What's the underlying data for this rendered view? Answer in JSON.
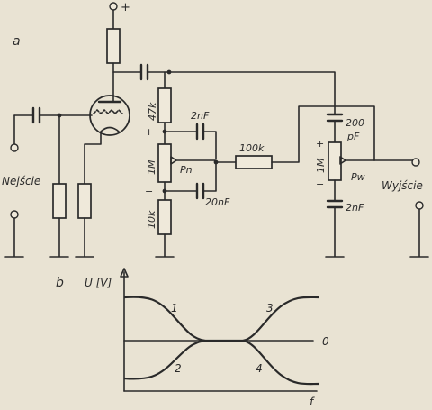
{
  "figure": {
    "part_a_label": "a",
    "part_b_label": "b",
    "supply_label": "+",
    "input_label": "Nejście",
    "output_label": "Wyjście"
  },
  "components": {
    "r_anode": "47k",
    "c_treble_1": "2nF",
    "pot_left": "1M",
    "pot_left_name": "Pn",
    "c_bass_1": "20nF",
    "r_bottom": "10k",
    "r_series": "100k",
    "c_top_right": "200",
    "c_top_right_unit": "pF",
    "pot_right": "1M",
    "pot_right_name": "Pw",
    "c_bottom_right": "2nF",
    "plus_sign": "+",
    "minus_sign": "−"
  },
  "graph": {
    "y_axis_label": "U [V]",
    "x_axis_label": "f",
    "curve_labels": [
      "1",
      "2",
      "3",
      "4",
      "0"
    ]
  }
}
